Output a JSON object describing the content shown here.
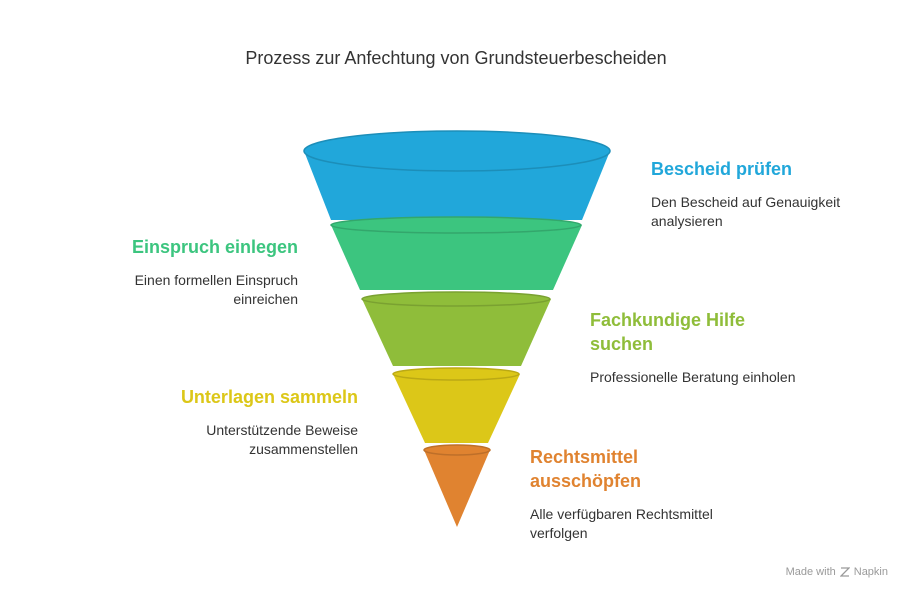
{
  "title": "Prozess zur Anfechtung von Grundsteuerbescheiden",
  "stages": [
    {
      "title": "Bescheid prüfen",
      "description": "Den Bescheid auf Genauigkeit analysieren",
      "color": "#21a7da"
    },
    {
      "title": "Einspruch einlegen",
      "description": "Einen formellen Einspruch einreichen",
      "color": "#3cc57f"
    },
    {
      "title": "Fachkundige Hilfe suchen",
      "description": "Professionelle Beratung einholen",
      "color": "#8fbd3a"
    },
    {
      "title": "Unterlagen sammeln",
      "description": "Unterstützende Beweise zusammenstellen",
      "color": "#dcc718"
    },
    {
      "title": "Rechtsmittel ausschöpfen",
      "description": "Alle verfügbaren Rechtsmittel verfolgen",
      "color": "#e08330"
    }
  ],
  "footer": {
    "made_with": "Made with",
    "brand": "Napkin"
  }
}
